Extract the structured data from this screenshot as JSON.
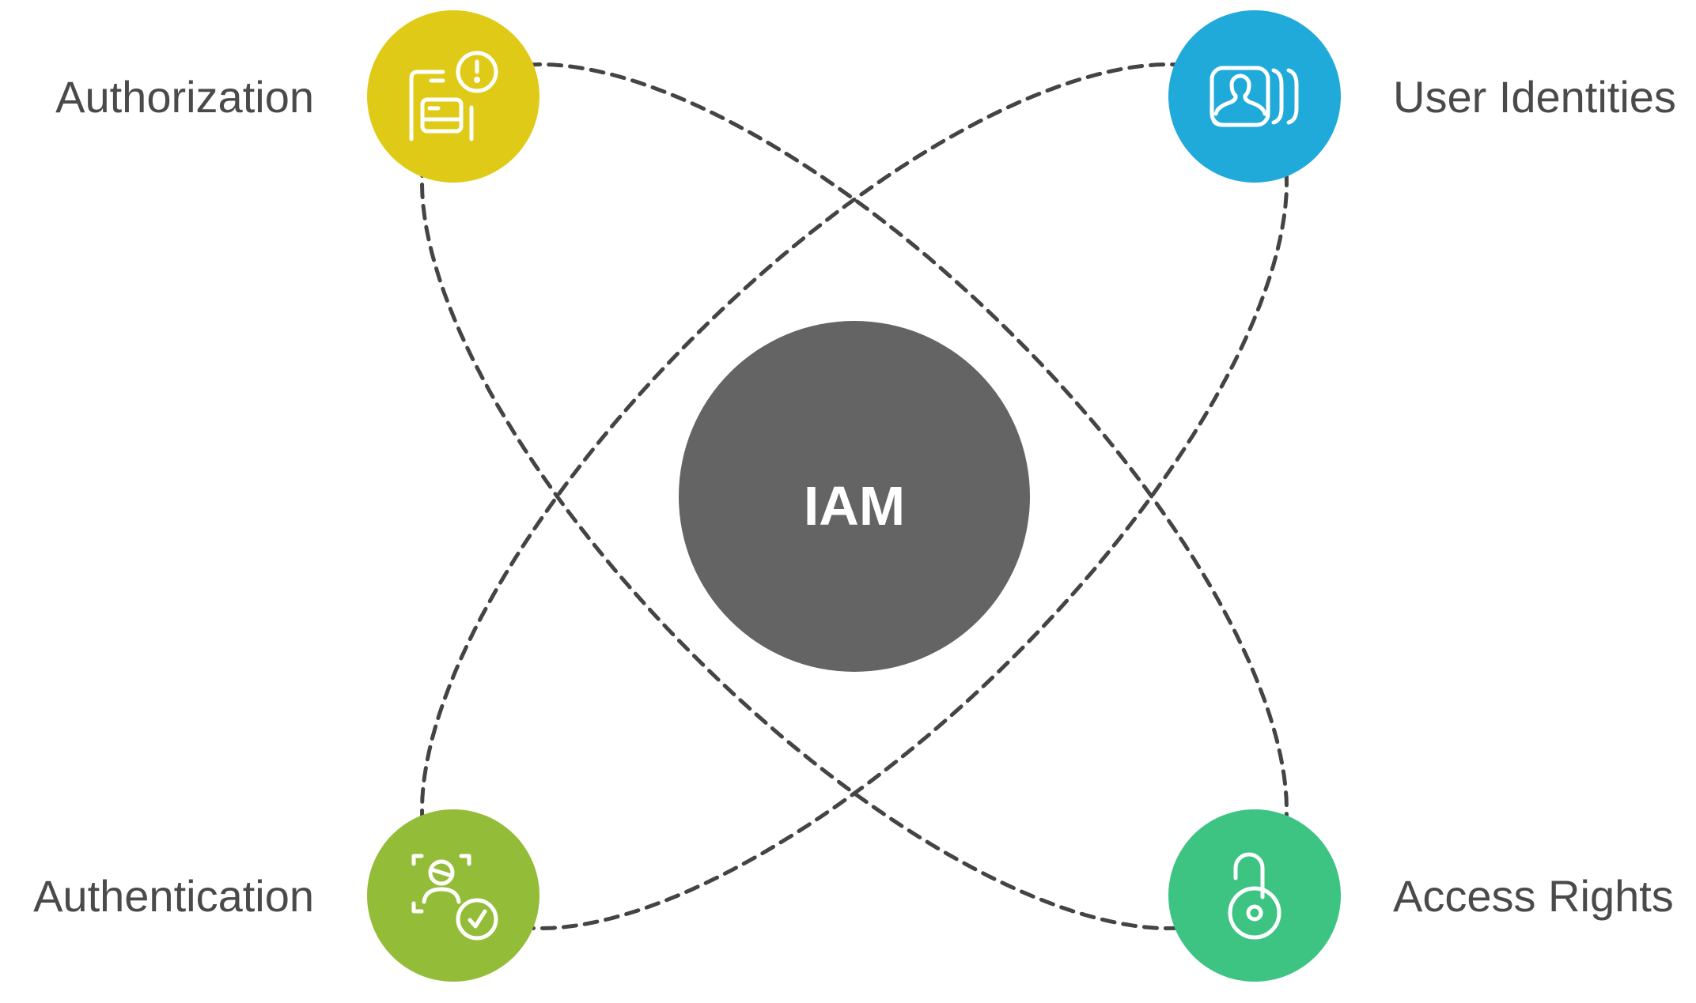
{
  "center": {
    "label": "IAM",
    "color": "#646464"
  },
  "nodes": [
    {
      "label": "Authorization",
      "icon": "document-alert-icon",
      "color": "#DFCB17"
    },
    {
      "label": "User Identities",
      "icon": "user-id-card-icon",
      "color": "#20AADA"
    },
    {
      "label": "Authentication",
      "icon": "face-verification-icon",
      "color": "#93BD39"
    },
    {
      "label": "Access Rights",
      "icon": "unlocked-padlock-icon",
      "color": "#3DC483"
    }
  ],
  "line_color": "#444444"
}
